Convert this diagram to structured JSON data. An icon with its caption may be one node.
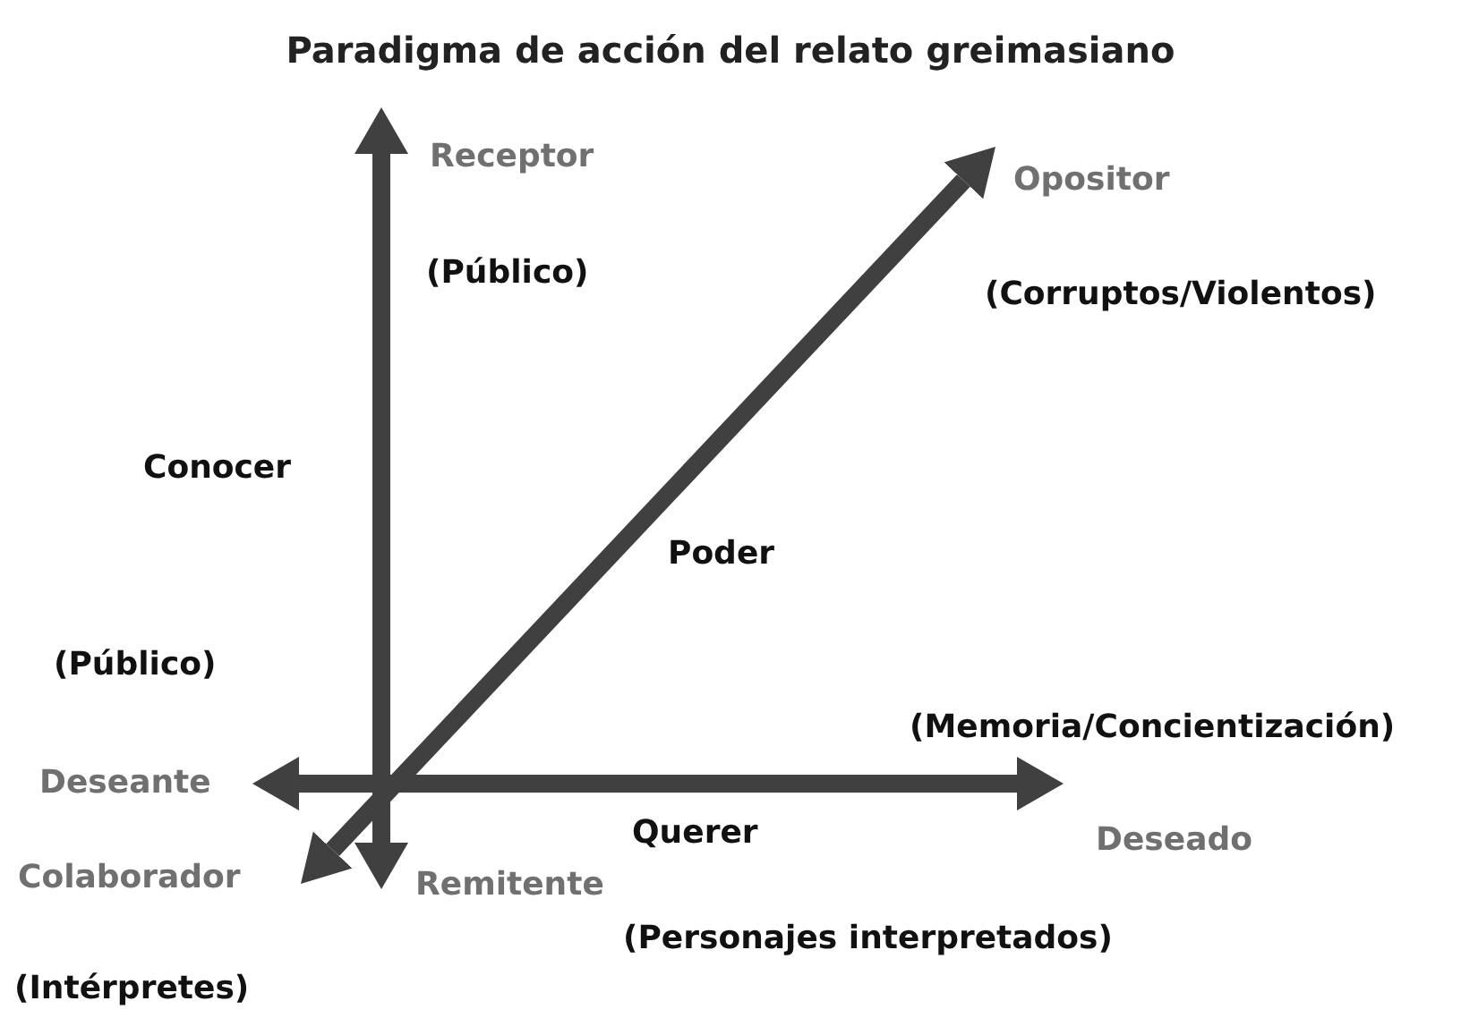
{
  "diagram": {
    "title": "Paradigma de acción del relato greimasiano",
    "nodes": [
      {
        "text": [
          "Receptor"
        ],
        "beside": [
          "(Público)"
        ]
      },
      {
        "text": [
          "Opositor"
        ],
        "beside": [
          "(Corruptos/Violentos)"
        ]
      },
      {
        "text": [
          "Deseante"
        ],
        "beside": [
          "(Público)"
        ]
      },
      {
        "text": [
          "Deseado"
        ],
        "beside": [
          "(Memoria/Concientización)"
        ]
      },
      {
        "text": [
          "Colaborador"
        ],
        "beside": [
          "(Intérpretes)"
        ]
      },
      {
        "text": [
          "Remitente"
        ],
        "beside": [
          "(Personajes interpretados)"
        ]
      }
    ],
    "edges": [
      {
        "from": 5,
        "to": 0,
        "arrow": "both",
        "label": "Conocer"
      },
      {
        "from": 2,
        "to": 3,
        "arrow": "both",
        "label": "Querer"
      },
      {
        "from": 4,
        "to": 1,
        "arrow": "both",
        "label": "Poder"
      }
    ]
  }
}
